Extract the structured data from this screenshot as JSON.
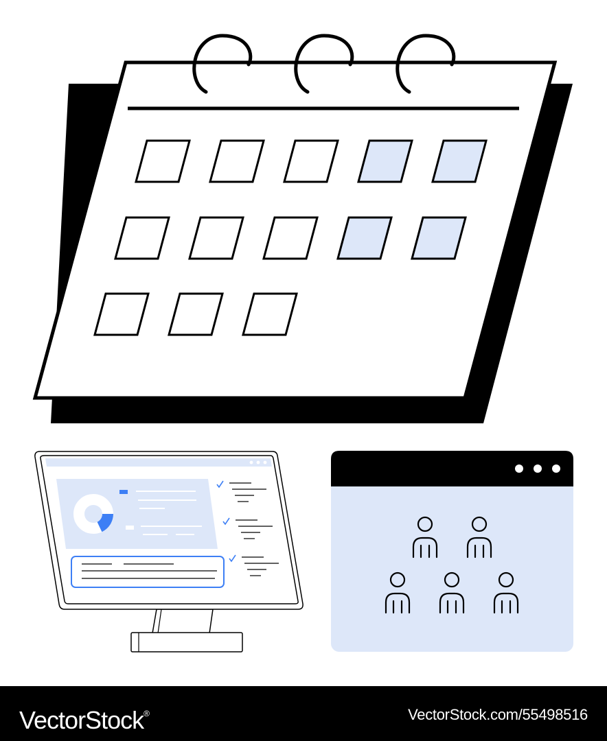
{
  "colors": {
    "ink": "#000000",
    "paper": "#ffffff",
    "highlight": "#dde7f9",
    "accent": "#3d7ff5"
  },
  "calendar": {
    "rings": 3,
    "rows": [
      {
        "cells": 5,
        "highlighted": [
          3,
          4
        ]
      },
      {
        "cells": 5,
        "highlighted": [
          3,
          4
        ]
      },
      {
        "cells": 3,
        "highlighted": []
      }
    ]
  },
  "monitor": {
    "checklist_items": 3,
    "donut_chart_icon": "donut-chart-icon"
  },
  "team_window": {
    "window_dots": 3,
    "people_rows": [
      2,
      3
    ],
    "person_icon": "person-icon"
  },
  "footer": {
    "brand": "VectorStock",
    "brand_mark": "®",
    "image_url": "VectorStock.com/55498516"
  }
}
